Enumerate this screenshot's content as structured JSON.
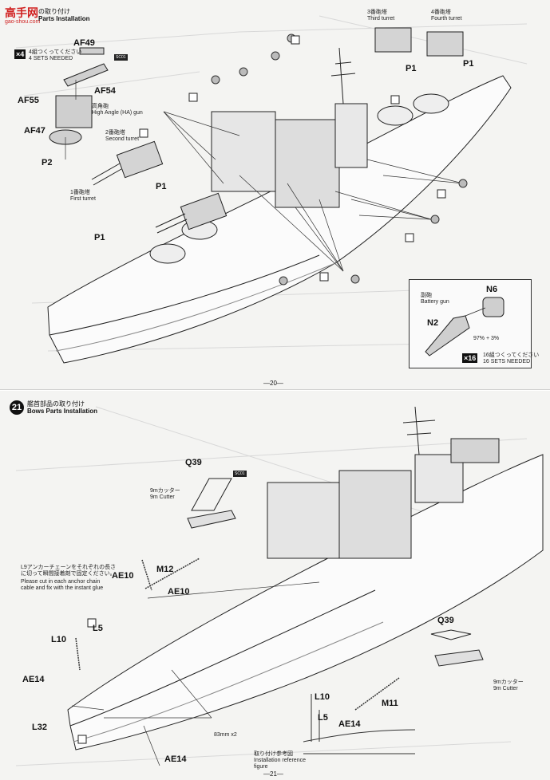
{
  "watermark": {
    "text": "高手网",
    "url": "gao-shou.com"
  },
  "top_page": {
    "header_jp": "の取り付け",
    "header_en": "Parts Installation",
    "page_number": "—20—",
    "labels": {
      "af49": "AF49",
      "af54": "AF54",
      "af55": "AF55",
      "af47": "AF47",
      "p2": "P2",
      "p1_a": "P1",
      "p1_b": "P1",
      "p1_c": "P1",
      "p1_d": "P1",
      "n6": "N6",
      "n2": "N2"
    },
    "sets_badge": "×4",
    "sets_jp": "4組つくってください",
    "sets_en": "4 SETS NEEDED",
    "ha_gun_jp": "高角砲",
    "ha_gun_en": "High Angle (HA) gun",
    "second_turret_jp": "2番砲塔",
    "second_turret_en": "Second turret",
    "first_turret_jp": "1番砲塔",
    "first_turret_en": "First turret",
    "third_turret_jp": "3番砲塔",
    "third_turret_en": "Third turret",
    "fourth_turret_jp": "4番砲塔",
    "fourth_turret_en": "Fourth turret",
    "battery_gun_jp": "副砲",
    "battery_gun_en": "Battery gun",
    "color_mix": "97% + 3%",
    "battery_sets_badge": "×16",
    "battery_sets_jp": "16組つくってください",
    "battery_sets_en": "16 SETS NEEDED"
  },
  "bottom_page": {
    "step_number": "21",
    "header_jp": "艦首部品の取り付け",
    "header_en": "Bows Parts Installation",
    "page_number": "—21—",
    "labels": {
      "q39_a": "Q39",
      "q39_b": "Q39",
      "ae10_a": "AE10",
      "ae10_b": "AE10",
      "m12": "M12",
      "l10_a": "L10",
      "l10_b": "L10",
      "l5_a": "L5",
      "l5_b": "L5",
      "ae14_a": "AE14",
      "ae14_b": "AE14",
      "ae14_c": "AE14",
      "l32": "L32",
      "m11": "M11"
    },
    "cutter_jp_a": "9mカッター",
    "cutter_en_a": "9m Cutter",
    "cutter_jp_b": "9mカッター",
    "cutter_en_b": "9m Cutter",
    "chain_note_jp_1": "L9アンカーチェーンをそれぞれの長さ",
    "chain_note_jp_2": "に切って瞬間接着剤で固定ください。",
    "chain_note_en_1": "Please cut in each anchor chain",
    "chain_note_en_2": "cable and fix with the instant glue",
    "chain_length": "83mm x2",
    "ref_jp": "取り付け参考図",
    "ref_en_1": "Installation reference",
    "ref_en_2": "figure"
  }
}
